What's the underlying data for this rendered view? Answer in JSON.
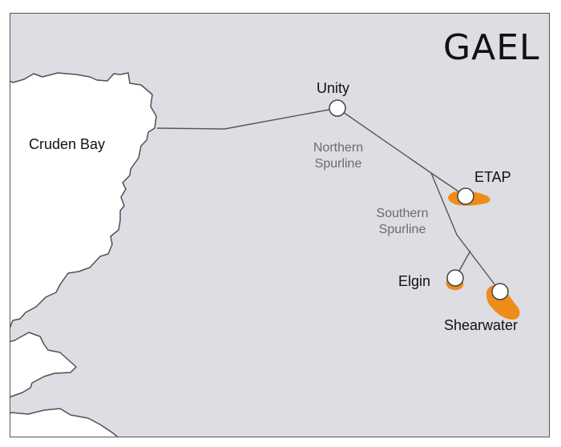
{
  "map": {
    "title": "GAEL",
    "land_label": "Cruden Bay",
    "sites": {
      "unity": "Unity",
      "etap": "ETAP",
      "elgin": "Elgin",
      "shearwater": "Shearwater"
    },
    "pipelines": {
      "northern_line1": "Northern",
      "northern_line2": "Spurline",
      "southern_line1": "Southern",
      "southern_line2": "Spurline"
    },
    "colors": {
      "sea": "#dddde3",
      "land": "#ffffff",
      "coastline": "#505055",
      "pipeline": "#55555a",
      "field": "#ee8c1a",
      "node_fill": "#ffffff",
      "node_stroke": "#444444"
    },
    "icons": [
      "platform-node-icon",
      "oil-field-icon"
    ]
  }
}
